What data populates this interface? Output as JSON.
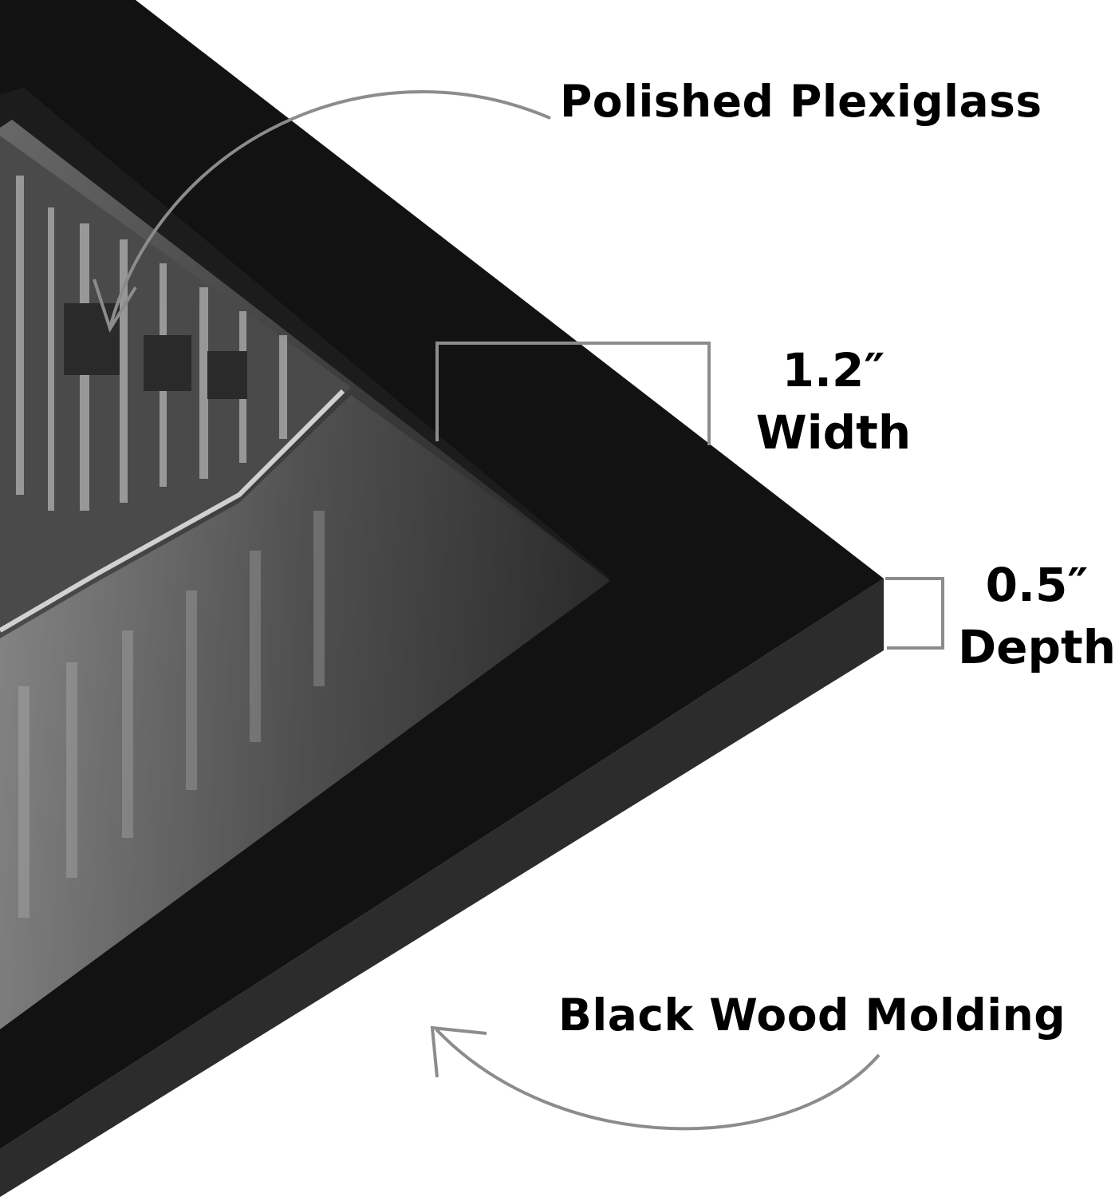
{
  "labels": {
    "plexiglass": "Polished Plexiglass",
    "width_value": "1.2″",
    "width_label": "Width",
    "depth_value": "0.5″",
    "depth_label": "Depth",
    "molding": "Black Wood Molding"
  },
  "colors": {
    "background": "#ffffff",
    "frame_face": "#121212",
    "frame_side": "#2c2c2c",
    "callout_lines": "#8c8c8c",
    "label_text": "#000000"
  }
}
